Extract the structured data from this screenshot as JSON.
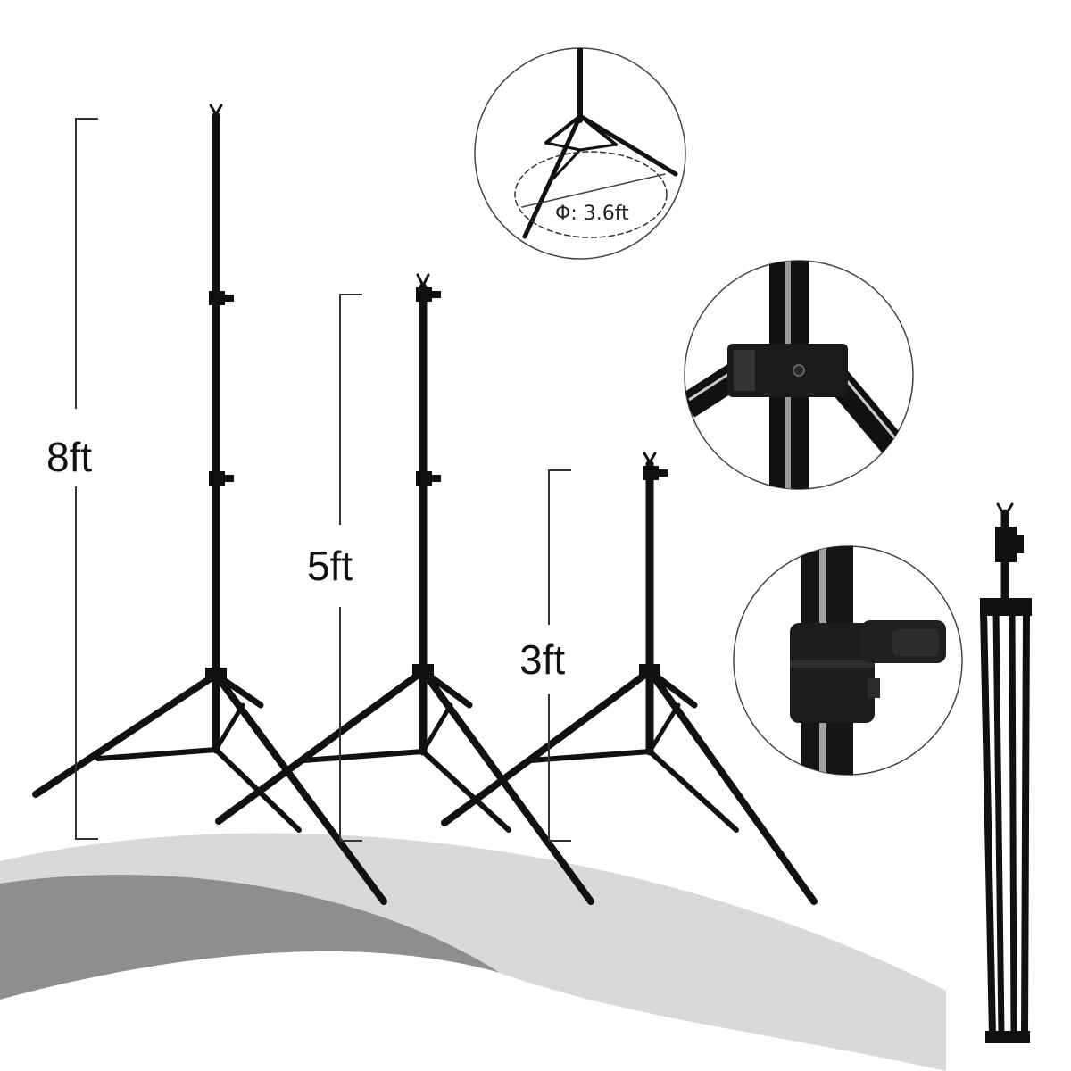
{
  "labels": {
    "height_tall": "8ft",
    "height_mid": "5ft",
    "height_short": "3ft",
    "diameter": "Φ: 3.6ft"
  },
  "colors": {
    "background": "#ffffff",
    "swoosh_light": "#d6d6d6",
    "swoosh_dark": "#8e8e8e",
    "stand_black": "#111111",
    "bracket_grey": "#333333",
    "circle_border": "#444444"
  }
}
